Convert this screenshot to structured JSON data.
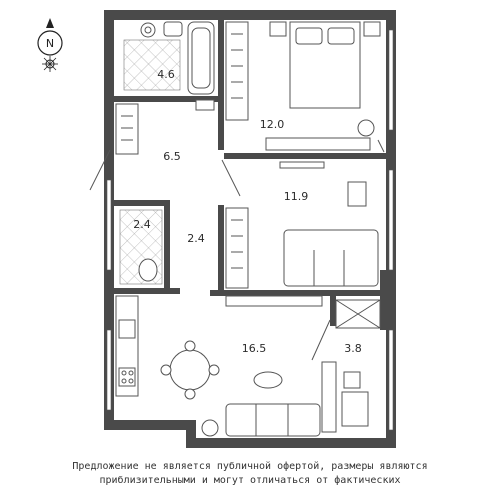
{
  "compass": {
    "letter": "N"
  },
  "rooms": {
    "bathroom": {
      "area": "4.6"
    },
    "bedroom": {
      "area": "12.0"
    },
    "hall": {
      "area": "6.5"
    },
    "room": {
      "area": "11.9"
    },
    "wc": {
      "area": "2.4"
    },
    "corridor": {
      "area": "2.4"
    },
    "kitchen_living": {
      "area": "16.5"
    },
    "balcony": {
      "area": "3.8"
    }
  },
  "disclaimer": {
    "line1": "Предложение не является публичной офертой, размеры являются",
    "line2": "приблизительными и могут отличаться от фактических"
  }
}
